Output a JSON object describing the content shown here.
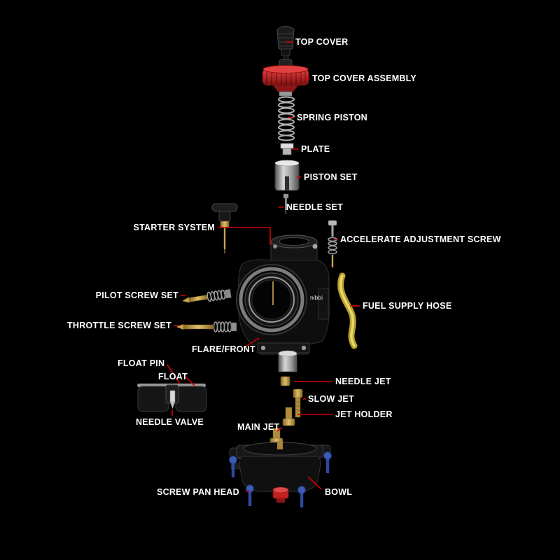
{
  "brand": "nibbi",
  "colors": {
    "background": "#000000",
    "label_text": "#ffffff",
    "leader_line": "#d40000",
    "accent_red": "#c42222",
    "hose_yellow": "#d9c94a",
    "screw_blue": "#3a5cb8",
    "brass": "#b08d3c"
  },
  "labels": {
    "top_cover": "TOP COVER",
    "top_cover_assembly": "TOP COVER ASSEMBLY",
    "spring_piston": "SPRING PISTON",
    "plate": "PLATE",
    "piston_set": "PISTON SET",
    "needle_set": "NEEDLE SET",
    "starter_system": "STARTER SYSTEM",
    "accelerate_adjustment_screw": "ACCELERATE ADJUSTMENT SCREW",
    "pilot_screw_set": "PILOT SCREW SET",
    "fuel_supply_hose": "FUEL SUPPLY HOSE",
    "throttle_screw_set": "THROTTLE SCREW SET",
    "flare_front": "FLARE/FRONT",
    "float_pin": "FLOAT PIN",
    "float": "FLOAT",
    "needle_valve": "NEEDLE VALVE",
    "needle_jet": "NEEDLE JET",
    "slow_jet": "SLOW JET",
    "jet_holder": "JET HOLDER",
    "main_jet": "MAIN JET",
    "screw_pan_head": "SCREW PAN HEAD",
    "bowl": "BOWL"
  }
}
